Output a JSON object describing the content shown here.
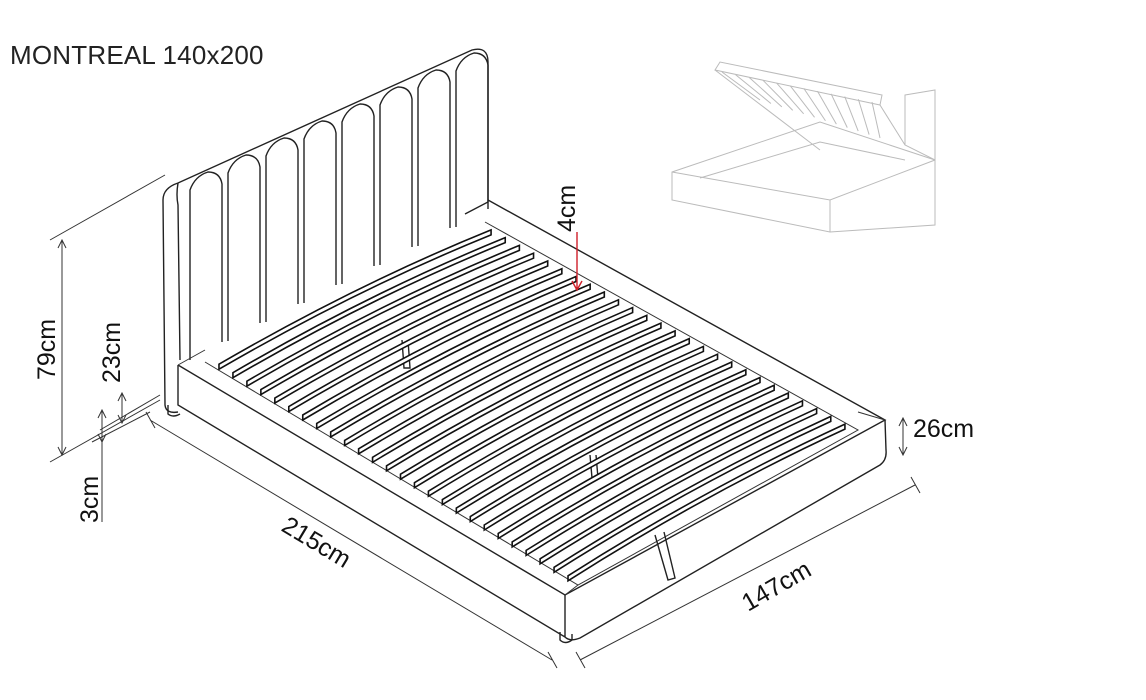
{
  "title": "MONTREAL 140x200",
  "dimensions": {
    "height_total": "79cm",
    "headboard_above_frame": "23cm",
    "leg_height": "3cm",
    "length": "215cm",
    "width": "147cm",
    "frame_height": "26cm",
    "slat_depth": "4cm"
  },
  "colors": {
    "line": "#222222",
    "accent_arrow": "#d0202a"
  },
  "slat_count": 26
}
